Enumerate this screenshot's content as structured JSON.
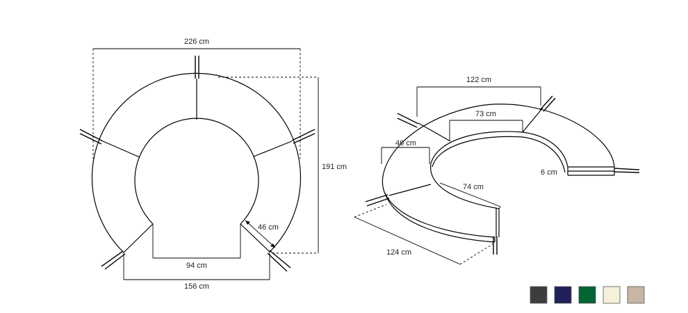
{
  "top_view": {
    "dims": {
      "outer_width": "226 cm",
      "depth": "191 cm",
      "seat_depth": "46 cm",
      "inner_opening": "94 cm",
      "outer_opening": "156 cm"
    }
  },
  "perspective_view": {
    "dims": {
      "section_outer": "122 cm",
      "section_inner": "73 cm",
      "seat_depth": "46 cm",
      "thickness": "6 cm",
      "end_inner": "74 cm",
      "end_outer": "124 cm"
    }
  },
  "swatches": [
    {
      "name": "charcoal",
      "color": "#3d3d3d"
    },
    {
      "name": "navy",
      "color": "#21205a"
    },
    {
      "name": "green",
      "color": "#046432"
    },
    {
      "name": "cream",
      "color": "#f4f0da"
    },
    {
      "name": "taupe",
      "color": "#c8b6a5"
    }
  ]
}
